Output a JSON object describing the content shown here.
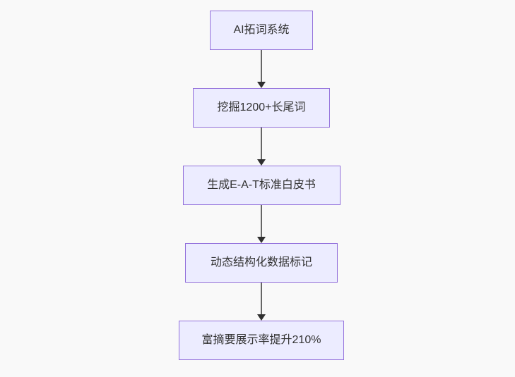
{
  "diagram": {
    "type": "flowchart",
    "direction": "top-down",
    "colors": {
      "background": "#f9f9f9",
      "node_fill": "#ECECFF",
      "node_border": "#9370DB",
      "node_text": "#333333",
      "arrow_line": "#666666",
      "arrow_head": "#2f2f2f"
    },
    "nodes": [
      {
        "id": "node-1",
        "label": "AI拓词系统"
      },
      {
        "id": "node-2",
        "label": "挖掘1200+长尾词"
      },
      {
        "id": "node-3",
        "label": "生成E-A-T标准白皮书"
      },
      {
        "id": "node-4",
        "label": "动态结构化数据标记"
      },
      {
        "id": "node-5",
        "label": "富摘要展示率提升210%"
      }
    ],
    "edges": [
      {
        "from": "node-1",
        "to": "node-2"
      },
      {
        "from": "node-2",
        "to": "node-3"
      },
      {
        "from": "node-3",
        "to": "node-4"
      },
      {
        "from": "node-4",
        "to": "node-5"
      }
    ]
  }
}
